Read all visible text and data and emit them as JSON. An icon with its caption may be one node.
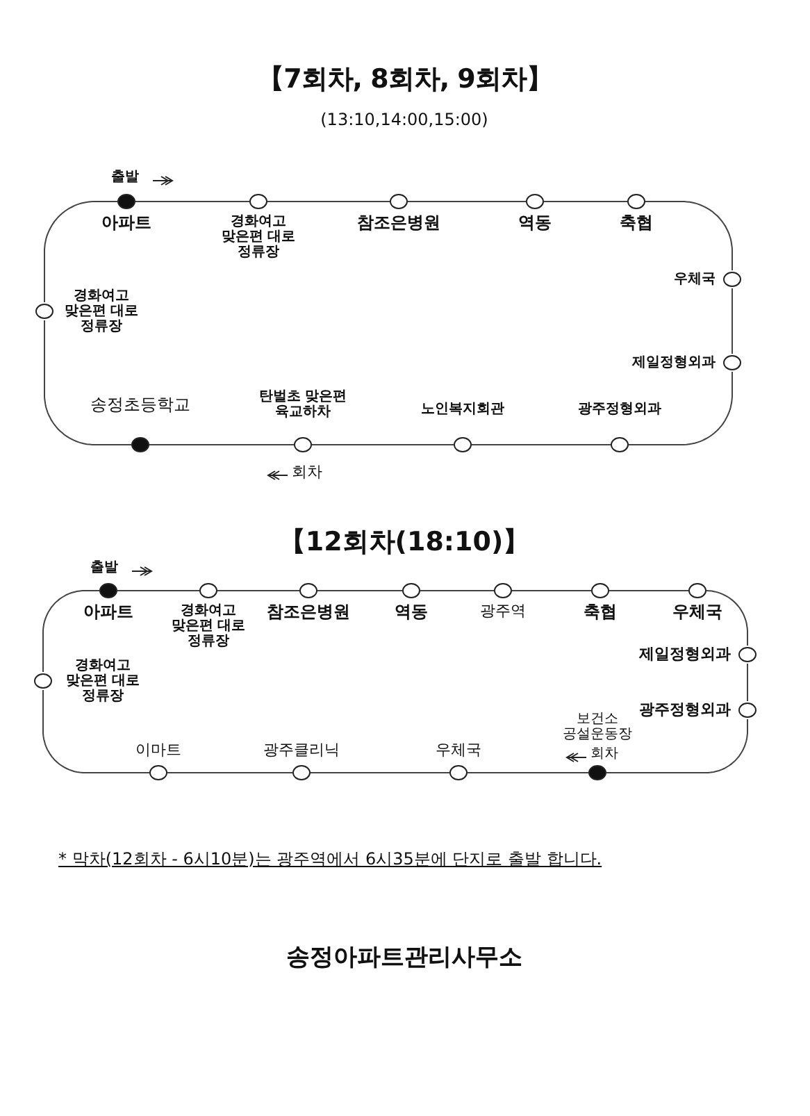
{
  "diagram": {
    "title": "【7회차, 8회차, 9회차】",
    "nodes": [
      {
        "text": [],
        "shape": "dot",
        "beside": [
          "아파트"
        ]
      },
      {
        "text": [],
        "shape": "circle",
        "beside": [
          "경화여고 맞은편 대로 정류장"
        ]
      },
      {
        "text": [],
        "shape": "circle",
        "beside": [
          "참조은병원"
        ]
      },
      {
        "text": [],
        "shape": "circle",
        "beside": [
          "역동"
        ]
      },
      {
        "text": [],
        "shape": "circle",
        "beside": [
          "축협"
        ]
      },
      {
        "text": [],
        "shape": "circle",
        "beside": [
          "우체국"
        ]
      },
      {
        "text": [],
        "shape": "circle",
        "beside": [
          "제일정형외과"
        ]
      },
      {
        "text": [],
        "shape": "circle",
        "beside": [
          "광주정형외과"
        ]
      },
      {
        "text": [],
        "shape": "circle",
        "beside": [
          "노인복지회관"
        ]
      },
      {
        "text": [],
        "shape": "circle",
        "beside": [
          "탄벌초 맞은편 육교하차"
        ]
      },
      {
        "text": [],
        "shape": "dot",
        "beside": [
          "송정초등학교"
        ]
      },
      {
        "text": [],
        "shape": "circle",
        "beside": [
          "경화여고 맞은편 대로 정류장"
        ]
      },
      {
        "text": [],
        "shape": "dot",
        "beside": [
          "아파트"
        ]
      },
      {
        "text": [],
        "shape": "circle",
        "beside": [
          "경화여고 맞은편 대로 정류장"
        ]
      },
      {
        "text": [],
        "shape": "circle",
        "beside": [
          "참조은병원"
        ]
      },
      {
        "text": [],
        "shape": "circle",
        "beside": [
          "역동"
        ]
      },
      {
        "text": [],
        "shape": "circle",
        "beside": [
          "광주역"
        ]
      },
      {
        "text": [],
        "shape": "circle",
        "beside": [
          "축협"
        ]
      },
      {
        "text": [],
        "shape": "circle",
        "beside": [
          "우체국"
        ]
      },
      {
        "text": [],
        "shape": "circle",
        "beside": [
          "제일정형외과"
        ]
      },
      {
        "text": [],
        "shape": "circle",
        "beside": [
          "광주정형외과"
        ]
      },
      {
        "text": [],
        "shape": "dot",
        "beside": [
          "보건소 공설운동장"
        ]
      },
      {
        "text": [],
        "shape": "circle",
        "beside": [
          "우체국"
        ]
      },
      {
        "text": [],
        "shape": "circle",
        "beside": [
          "광주클리닉"
        ]
      },
      {
        "text": [],
        "shape": "circle",
        "beside": [
          "이마트"
        ]
      },
      {
        "text": [],
        "shape": "circle",
        "beside": [
          "경화여고 맞은편 대로 정류장"
        ]
      }
    ],
    "edges": [
      {
        "from": 0,
        "to": 1,
        "arrow": "none"
      },
      {
        "from": 1,
        "to": 2,
        "arrow": "none"
      },
      {
        "from": 2,
        "to": 3,
        "arrow": "none"
      },
      {
        "from": 3,
        "to": 4,
        "arrow": "none"
      },
      {
        "from": 4,
        "to": 5,
        "arrow": "none"
      },
      {
        "from": 5,
        "to": 6,
        "arrow": "none"
      },
      {
        "from": 6,
        "to": 7,
        "arrow": "none"
      },
      {
        "from": 7,
        "to": 8,
        "arrow": "none"
      },
      {
        "from": 8,
        "to": 9,
        "arrow": "none"
      },
      {
        "from": 9,
        "to": 10,
        "arrow": "none"
      },
      {
        "from": 10,
        "to": 11,
        "arrow": "none"
      },
      {
        "from": 11,
        "to": 0,
        "arrow": "none"
      },
      {
        "from": 12,
        "to": 13,
        "arrow": "none"
      },
      {
        "from": 13,
        "to": 14,
        "arrow": "none"
      },
      {
        "from": 14,
        "to": 15,
        "arrow": "none"
      },
      {
        "from": 15,
        "to": 16,
        "arrow": "none"
      },
      {
        "from": 16,
        "to": 17,
        "arrow": "none"
      },
      {
        "from": 17,
        "to": 18,
        "arrow": "none"
      },
      {
        "from": 18,
        "to": 19,
        "arrow": "none"
      },
      {
        "from": 19,
        "to": 20,
        "arrow": "none"
      },
      {
        "from": 20,
        "to": 21,
        "arrow": "none"
      },
      {
        "from": 21,
        "to": 22,
        "arrow": "none"
      },
      {
        "from": 22,
        "to": 23,
        "arrow": "none"
      },
      {
        "from": 23,
        "to": 24,
        "arrow": "none"
      },
      {
        "from": 24,
        "to": 25,
        "arrow": "none"
      },
      {
        "from": 25,
        "to": 12,
        "arrow": "none"
      }
    ],
    "labels": [
      "(13:10,14:00,15:00)",
      "출발",
      "회차",
      "【12회차(18:10)】",
      "출발",
      "회차",
      "* 막차(12회차 - 6시10분)는 광주역에서 6시35분에 단지로 출발 합니다.",
      "송정아파트관리사무소"
    ]
  }
}
